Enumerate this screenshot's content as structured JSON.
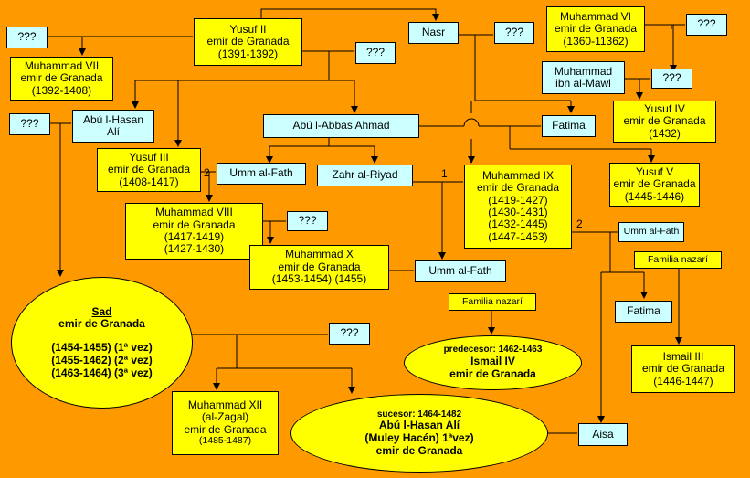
{
  "unknown": "???",
  "emir": "emir de Granada",
  "nasr": "Nasr",
  "yusuf2": {
    "name": "Yusuf II",
    "years": "(1391-1392)"
  },
  "muh6": {
    "name": "Muhammad VI",
    "years": "(1360-11362)"
  },
  "muh7": {
    "name": "Muhammad VII",
    "years": "(1392-1408)"
  },
  "ibnmawl": {
    "line1": "Muhammad",
    "line2": "ibn al-Mawl"
  },
  "abuhasan_ali": {
    "line1": "Abú l-Hasan",
    "line2": "Alí"
  },
  "abbas": "Abú l-Abbas Ahmad",
  "fatima": "Fatima",
  "yusuf4": {
    "name": "Yusuf IV",
    "years": "(1432)"
  },
  "yusuf3": {
    "name": "Yusuf III",
    "years": "(1408-1417)"
  },
  "umm_fath": "Umm al-Fath",
  "zahr": "Zahr al-Riyad",
  "muh9": {
    "name": "Muhammad IX",
    "years": [
      "(1419-1427)",
      "(1430-1431)",
      "(1432-1445)",
      "(1447-1453)"
    ]
  },
  "yusuf5": {
    "name": "Yusuf V",
    "years": "(1445-1446)"
  },
  "muh8": {
    "name": "Muhammad VIII",
    "years": [
      "(1417-1419)",
      "(1427-1430)"
    ]
  },
  "muh10": {
    "name": "Muhammad X",
    "years": "(1453-1454) (1455)"
  },
  "familia": "Familia nazarí",
  "ismail3": {
    "name": "Ismail III",
    "years": "(1446-1447)"
  },
  "sad": {
    "name": "Sad",
    "periods": [
      "(1454-1455) (1ª vez)",
      "(1455-1462) (2ª vez)",
      "(1463-1464) (3ª vez)"
    ]
  },
  "ismail4": {
    "pre": "predecesor: 1462-1463",
    "name": "Ismail IV"
  },
  "muh12": {
    "name": "Muhammad XII",
    "alias": "(al-Zagal)",
    "years": "(1485-1487)"
  },
  "abuhasan": {
    "pre": "sucesor: 1464-1482",
    "name": "Abú l-Hasan Alí",
    "alias": "(Muley Hacén) 1ªvez)"
  },
  "aisa": "Aisa",
  "marks": {
    "two_a": "2",
    "one": "1",
    "two_b": "2"
  }
}
